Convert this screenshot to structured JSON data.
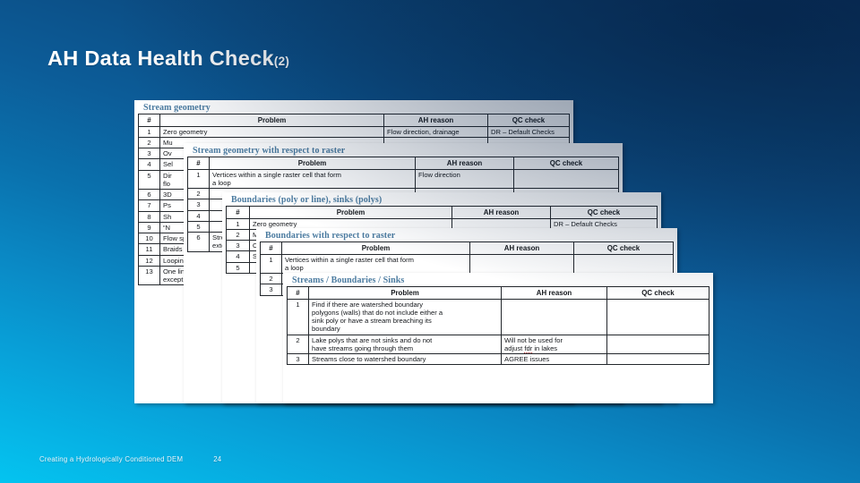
{
  "slide": {
    "title_main": "AH Data Health Check",
    "title_suffix": "(2)",
    "footer_text": "Creating a Hydrologically Conditioned DEM",
    "footer_number": "24",
    "colors": {
      "background_dark": "#0a3663",
      "background_light": "#04c4f0",
      "title_text": "#ffffff",
      "caption_text": "#4b7ba0",
      "panel_background": "#ffffff",
      "table_border": "#23272c"
    }
  },
  "columns": [
    "#",
    "Problem",
    "AH reason",
    "QC check"
  ],
  "tables": [
    {
      "caption": "Stream geometry",
      "headers": [
        "#",
        "Problem",
        "AH reason",
        "QC check"
      ],
      "rows": [
        {
          "num": "1",
          "problem": "Zero geometry",
          "reason": "Flow direction, drainage",
          "qc": "DR – Default Checks"
        },
        {
          "num": "2",
          "problem": "Mu",
          "reason": "",
          "qc": ""
        },
        {
          "num": "3",
          "problem": "Ov",
          "reason": "",
          "qc": ""
        },
        {
          "num": "4",
          "problem": "Sel",
          "reason": "",
          "qc": ""
        },
        {
          "num": "5",
          "problem": "Dir\nflo",
          "reason": "",
          "qc": ""
        },
        {
          "num": "6",
          "problem": "3D",
          "reason": "",
          "qc": ""
        },
        {
          "num": "7",
          "problem": "Ps",
          "reason": "",
          "qc": ""
        },
        {
          "num": "8",
          "problem": "Sh",
          "reason": "",
          "qc": ""
        },
        {
          "num": "9",
          "problem": "“N",
          "reason": "",
          "qc": ""
        },
        {
          "num": "10",
          "problem": "Flow splits",
          "reason": "",
          "qc": ""
        },
        {
          "num": "11",
          "problem": "Braids",
          "reason": "",
          "qc": ""
        },
        {
          "num": "12",
          "problem": "Looping sequence",
          "reason": "",
          "qc": ""
        },
        {
          "num": "13",
          "problem": "One line cannot connect to\nexcept through an end point",
          "reason": "",
          "qc": ""
        }
      ]
    },
    {
      "caption": "Stream geometry with respect to raster",
      "headers": [
        "#",
        "Problem",
        "AH reason",
        "QC check"
      ],
      "rows": [
        {
          "num": "1",
          "problem": "Vertices within a single raster cell that form\na loop",
          "reason": "Flow direction",
          "qc": ""
        },
        {
          "num": "2",
          "problem": "",
          "reason": "",
          "qc": ""
        },
        {
          "num": "3",
          "problem": "",
          "reason": "",
          "qc": ""
        },
        {
          "num": "4",
          "problem": "",
          "reason": "",
          "qc": ""
        },
        {
          "num": "5",
          "problem": "",
          "reason": "",
          "qc": ""
        },
        {
          "num": "6",
          "problem": "Streams\nextent",
          "reason": "",
          "qc": ""
        }
      ]
    },
    {
      "caption": "Boundaries (poly or line), sinks (polys)",
      "headers": [
        "#",
        "Problem",
        "AH reason",
        "QC check"
      ],
      "rows": [
        {
          "num": "1",
          "problem": "Zero geometry",
          "reason": "",
          "qc": "DR – Default Checks"
        },
        {
          "num": "2",
          "problem": "M",
          "reason": "",
          "qc": ""
        },
        {
          "num": "3",
          "problem": "O",
          "reason": "",
          "qc": ""
        },
        {
          "num": "4",
          "problem": "S",
          "reason": "",
          "qc": ""
        },
        {
          "num": "5",
          "problem": "",
          "reason": "",
          "qc": ""
        }
      ]
    },
    {
      "caption": "Boundaries with respect to raster",
      "headers": [
        "#",
        "Problem",
        "AH reason",
        "QC check"
      ],
      "rows": [
        {
          "num": "1",
          "problem": "Vertices within a single raster cell that form\na loop",
          "reason": "",
          "qc": ""
        },
        {
          "num": "2",
          "problem": "",
          "reason": "",
          "qc": ""
        },
        {
          "num": "3",
          "problem": "",
          "reason": "",
          "qc": ""
        }
      ]
    },
    {
      "caption": "Streams / Boundaries / Sinks",
      "headers": [
        "#",
        "Problem",
        "AH reason",
        "QC check"
      ],
      "rows": [
        {
          "num": "1",
          "problem": "Find if there are watershed boundary\npolygons (walls) that do not include either a\nsink poly or have a stream breaching its\nboundary",
          "reason": "",
          "qc": ""
        },
        {
          "num": "2",
          "problem": "Lake polys that are not sinks and do not\nhave streams going through them",
          "reason": "Will not be used for\nadjust fdr in lakes",
          "reason_underlined": "fdr",
          "qc": ""
        },
        {
          "num": "3",
          "problem": "Streams close to watershed boundary",
          "reason": "AGREE issues",
          "qc": ""
        }
      ]
    }
  ]
}
